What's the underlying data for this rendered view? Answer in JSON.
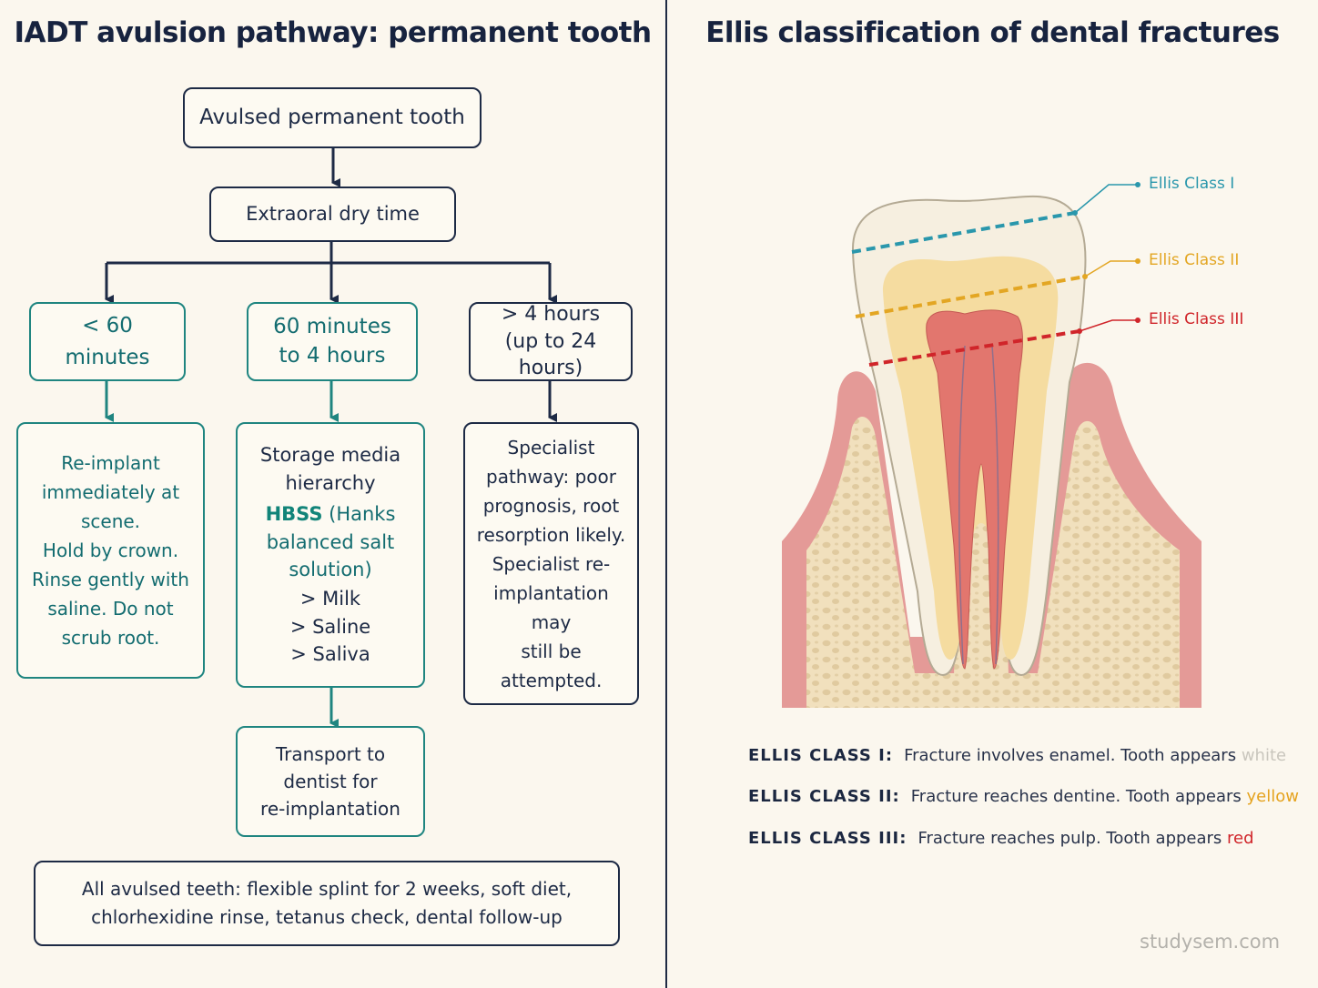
{
  "left": {
    "title": "IADT avulsion pathway: permanent tooth",
    "root": "Avulsed permanent tooth",
    "decision": "Extraoral dry time",
    "branches": [
      {
        "time_lines": [
          "< 60 minutes"
        ],
        "action_lines": [
          "Re-implant",
          "immediately at scene.",
          "Hold by crown.",
          "Rinse gently with",
          "saline. Do not",
          "scrub root."
        ]
      },
      {
        "time_lines": [
          "60 minutes",
          "to 4 hours"
        ],
        "action_title_lines": [
          "Storage media",
          "hierarchy"
        ],
        "hbss_abbr": "HBSS",
        "hbss_rest": " (Hanks",
        "hbss_lines": [
          "balanced salt",
          "solution)"
        ],
        "hierarchy": [
          "> Milk",
          "> Saline",
          "> Saliva"
        ],
        "transport_lines": [
          "Transport to",
          "dentist for",
          "re-implantation"
        ]
      },
      {
        "time_lines": [
          "> 4 hours",
          "(up to 24 hours)"
        ],
        "action_lines": [
          "Specialist",
          "pathway: poor",
          "prognosis, root",
          "resorption likely.",
          "Specialist re-",
          "implantation may",
          "still be attempted."
        ]
      }
    ],
    "footer_lines": [
      "All avulsed teeth: flexible splint for 2 weeks, soft diet,",
      "chlorhexidine rinse, tetanus check, dental follow-up"
    ]
  },
  "right": {
    "title": "Ellis classification of dental fractures",
    "tooth_labels": [
      {
        "text": "Ellis Class I",
        "color": "#2a97ac"
      },
      {
        "text": "Ellis Class II",
        "color": "#e3a623"
      },
      {
        "text": "Ellis Class III",
        "color": "#d0252a"
      }
    ],
    "classes": [
      {
        "label": "ELLIS CLASS I:",
        "desc": "Fracture involves enamel. Tooth appears ",
        "color_word": "white",
        "color": "#c9c6bd"
      },
      {
        "label": "ELLIS CLASS II:",
        "desc": "Fracture reaches dentine. Tooth appears ",
        "color_word": "yellow",
        "color": "#e5a31f"
      },
      {
        "label": "ELLIS CLASS III:",
        "desc": "Fracture reaches pulp. Tooth appears ",
        "color_word": "red",
        "color": "#d0252a"
      }
    ]
  },
  "watermark": "studysem.com"
}
